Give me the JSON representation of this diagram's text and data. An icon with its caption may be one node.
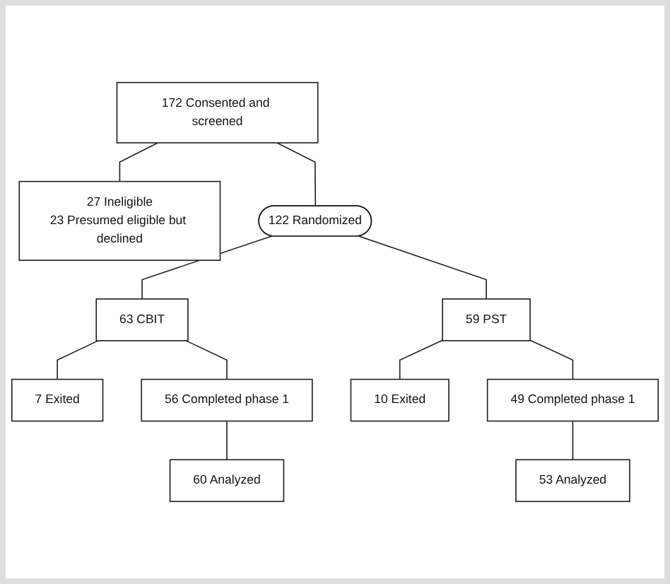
{
  "diagram": {
    "nodes": [
      {
        "text": [
          "172 Consented and screened"
        ]
      },
      {
        "text": [
          "27 Ineligible",
          "23 Presumed eligible but declined"
        ]
      },
      {
        "text": [
          "122 Randomized"
        ]
      },
      {
        "text": [
          "63 CBIT"
        ]
      },
      {
        "text": [
          "59 PST"
        ]
      },
      {
        "text": [
          "7 Exited"
        ]
      },
      {
        "text": [
          "10 Exited"
        ]
      },
      {
        "text": [
          "56 Completed phase 1"
        ]
      },
      {
        "text": [
          "49 Completed phase 1"
        ]
      },
      {
        "text": [
          "60 Analyzed"
        ]
      },
      {
        "text": [
          "53 Analyzed"
        ]
      }
    ],
    "edges": [
      {
        "from": 0,
        "to": 1,
        "arrow": "none"
      },
      {
        "from": 0,
        "to": 2,
        "arrow": "none"
      },
      {
        "from": 2,
        "to": 3,
        "arrow": "none"
      },
      {
        "from": 2,
        "to": 4,
        "arrow": "none"
      },
      {
        "from": 3,
        "to": 5,
        "arrow": "none"
      },
      {
        "from": 3,
        "to": 7,
        "arrow": "none"
      },
      {
        "from": 4,
        "to": 6,
        "arrow": "none"
      },
      {
        "from": 4,
        "to": 8,
        "arrow": "none"
      },
      {
        "from": 7,
        "to": 9,
        "arrow": "none"
      },
      {
        "from": 8,
        "to": 10,
        "arrow": "none"
      }
    ]
  }
}
